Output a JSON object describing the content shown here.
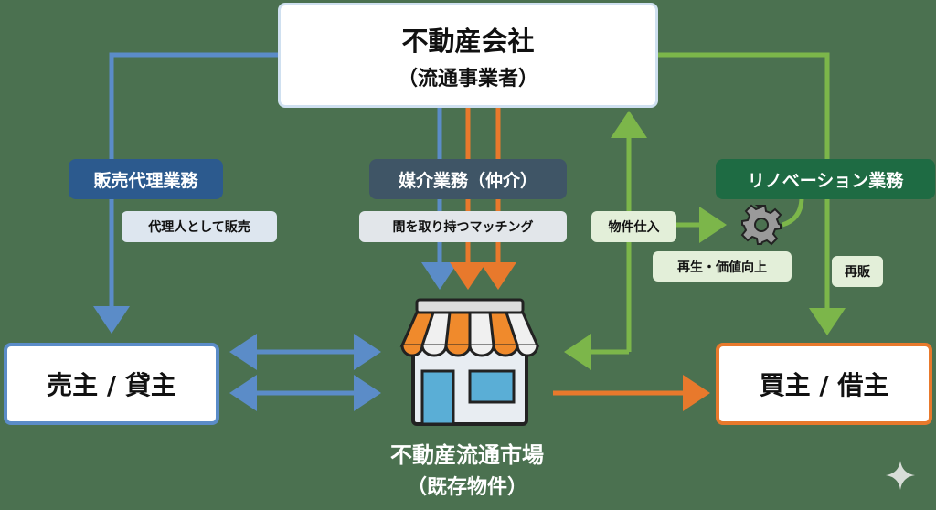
{
  "company": {
    "title": "不動産会社",
    "subtitle": "（流通事業者）"
  },
  "seller": {
    "label": "売主 / 貸主"
  },
  "buyer": {
    "label": "買主 / 借主"
  },
  "market": {
    "title": "不動産流通市場",
    "subtitle": "（既存物件）"
  },
  "services": {
    "agency": {
      "label": "販売代理業務",
      "note": "代理人として販売"
    },
    "brokerage": {
      "label": "媒介業務（仲介）",
      "note": "間を取り持つマッチング"
    },
    "renovation": {
      "label": "リノベーション業務",
      "purchase": "物件仕入",
      "improve": "再生・価値向上",
      "resale": "再販"
    }
  },
  "colors": {
    "blue": "#5b8cc8",
    "orange": "#e8792c",
    "green": "#7cb64a",
    "background": "#4b7150"
  }
}
